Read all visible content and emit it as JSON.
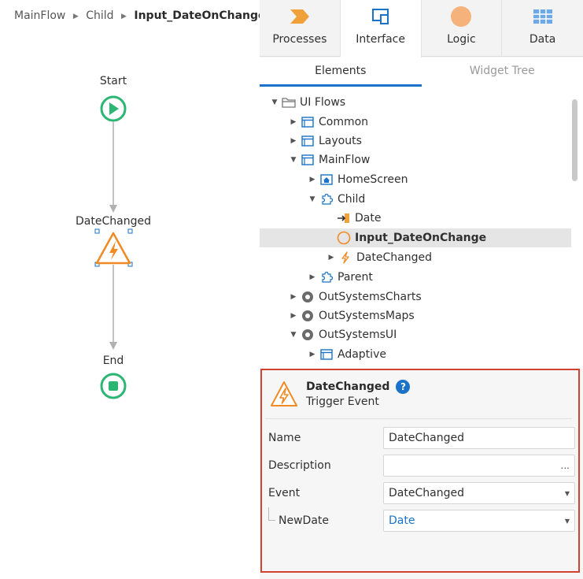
{
  "breadcrumb": {
    "items": [
      "MainFlow",
      "Child"
    ],
    "current": "Input_DateOnChange"
  },
  "flow": {
    "start_label": "Start",
    "event_label": "DateChanged",
    "end_label": "End"
  },
  "tabs": [
    {
      "label": "Processes",
      "icon": "processes-chevron-icon",
      "active": false
    },
    {
      "label": "Interface",
      "icon": "interface-screen-icon",
      "active": true
    },
    {
      "label": "Logic",
      "icon": "logic-circle-icon",
      "active": false
    },
    {
      "label": "Data",
      "icon": "data-grid-icon",
      "active": false
    }
  ],
  "subtabs": {
    "elements": "Elements",
    "widget_tree": "Widget Tree"
  },
  "tree": [
    {
      "label": "UI Flows",
      "expanded": true,
      "icon": "folder-icon"
    },
    {
      "label": "Common",
      "expanded": false,
      "icon": "flow-window-icon"
    },
    {
      "label": "Layouts",
      "expanded": false,
      "icon": "flow-window-icon"
    },
    {
      "label": "MainFlow",
      "expanded": true,
      "icon": "flow-window-icon"
    },
    {
      "label": "HomeScreen",
      "expanded": false,
      "icon": "home-screen-icon"
    },
    {
      "label": "Child",
      "expanded": true,
      "icon": "block-puzzle-icon"
    },
    {
      "label": "Date",
      "icon": "input-parameter-icon"
    },
    {
      "label": "Input_DateOnChange",
      "icon": "client-action-icon",
      "selected": true
    },
    {
      "label": "DateChanged",
      "expanded": false,
      "icon": "event-bolt-icon"
    },
    {
      "label": "Parent",
      "expanded": false,
      "icon": "block-puzzle-icon"
    },
    {
      "label": "OutSystemsCharts",
      "expanded": false,
      "icon": "module-reference-icon"
    },
    {
      "label": "OutSystemsMaps",
      "expanded": false,
      "icon": "module-reference-icon"
    },
    {
      "label": "OutSystemsUI",
      "expanded": true,
      "icon": "module-reference-icon"
    },
    {
      "label": "Adaptive",
      "expanded": false,
      "icon": "flow-window-icon"
    }
  ],
  "properties": {
    "title": "DateChanged",
    "subtitle": "Trigger Event",
    "help": "?",
    "fields": [
      {
        "label": "Name",
        "value": "DateChanged",
        "kind": "text"
      },
      {
        "label": "Description",
        "value": "",
        "kind": "text-more",
        "more": "..."
      },
      {
        "label": "Event",
        "value": "DateChanged",
        "kind": "dropdown"
      },
      {
        "label": "NewDate",
        "value": "Date",
        "kind": "dropdown"
      }
    ]
  },
  "colors": {
    "start_end_green": "#2bb673",
    "event_orange": "#f08a24",
    "accent_blue": "#1a73c8",
    "highlight_border": "#d1432f"
  }
}
